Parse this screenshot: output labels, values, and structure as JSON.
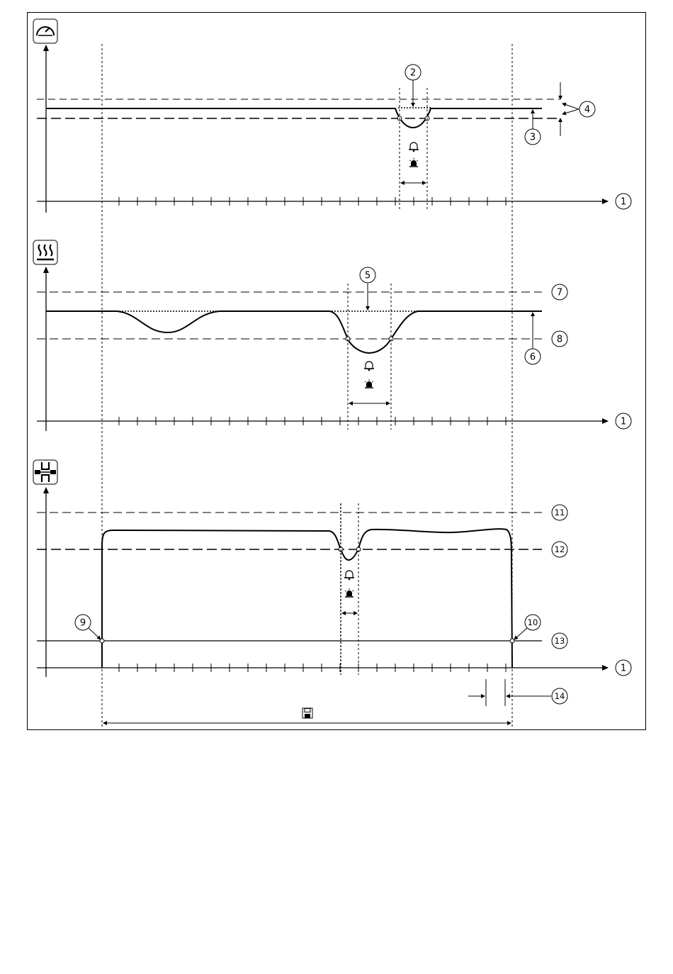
{
  "diagram": {
    "panels": [
      {
        "id": "pressure",
        "icon": "pressure-gauge-icon",
        "axis_label": "1",
        "callouts": [
          "2",
          "3",
          "4"
        ]
      },
      {
        "id": "temperature",
        "icon": "heating-icon",
        "axis_label": "1",
        "callouts": [
          "5",
          "6",
          "7",
          "8"
        ]
      },
      {
        "id": "clamping",
        "icon": "clamping-icon",
        "axis_label": "1",
        "callouts": [
          "9",
          "10",
          "11",
          "12",
          "13",
          "14"
        ]
      }
    ],
    "callout_labels": {
      "c1": "1",
      "c2": "2",
      "c3": "3",
      "c4": "4",
      "c5": "5",
      "c6": "6",
      "c7": "7",
      "c8": "8",
      "c9": "9",
      "c10": "10",
      "c11": "11",
      "c12": "12",
      "c13": "13",
      "c14": "14"
    },
    "event_icons": [
      "alarm-bell-icon",
      "warning-light-icon"
    ],
    "footer_icon": "save-icon"
  }
}
